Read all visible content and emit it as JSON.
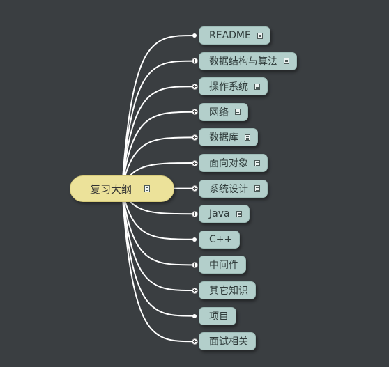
{
  "root": {
    "label": "复习大纲",
    "icon": "note-icon"
  },
  "colors": {
    "background": "#3a3e41",
    "root_fill": "#ece29a",
    "topic_fill": "#b3cfcb",
    "link": "#ffffff"
  },
  "topics": [
    {
      "label": "README",
      "note": true,
      "expandable": false
    },
    {
      "label": "数据结构与算法",
      "note": true,
      "expandable": true
    },
    {
      "label": "操作系统",
      "note": true,
      "expandable": true
    },
    {
      "label": "网络",
      "note": true,
      "expandable": true
    },
    {
      "label": "数据库",
      "note": true,
      "expandable": true
    },
    {
      "label": "面向对象",
      "note": true,
      "expandable": true
    },
    {
      "label": "系统设计",
      "note": true,
      "expandable": true
    },
    {
      "label": "Java",
      "note": true,
      "expandable": true
    },
    {
      "label": "C++",
      "note": false,
      "expandable": false
    },
    {
      "label": "中间件",
      "note": false,
      "expandable": true
    },
    {
      "label": "其它知识",
      "note": false,
      "expandable": true
    },
    {
      "label": "项目",
      "note": false,
      "expandable": false
    },
    {
      "label": "面试相关",
      "note": false,
      "expandable": true
    }
  ]
}
